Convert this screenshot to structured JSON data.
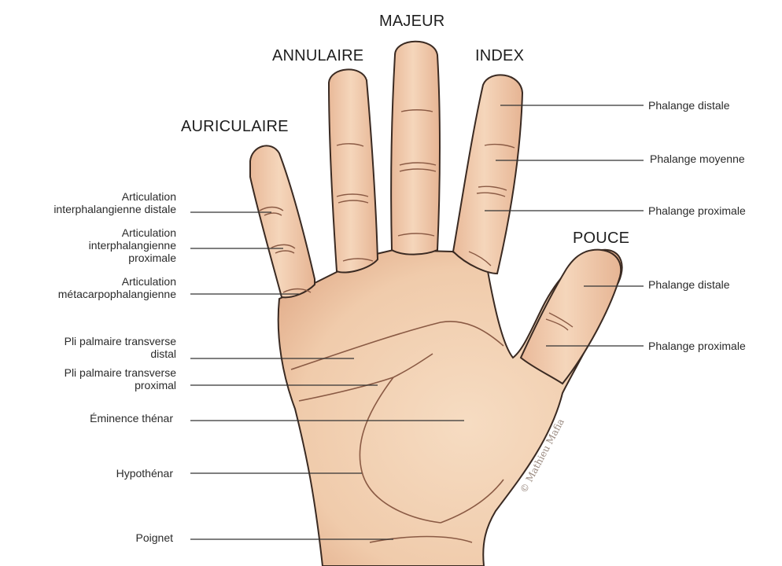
{
  "finger_names": {
    "little": "AURICULAIRE",
    "ring": "ANNULAIRE",
    "middle": "MAJEUR",
    "index": "INDEX",
    "thumb": "POUCE"
  },
  "left_labels": {
    "dip": [
      "Articulation",
      "interphalangienne distale"
    ],
    "pip": [
      "Articulation",
      "interphalangienne",
      "proximale"
    ],
    "mcp": [
      "Articulation",
      "métacarpophalangienne"
    ],
    "distal_crease": [
      "Pli palmaire transverse",
      "distal"
    ],
    "proximal_crease": [
      "Pli palmaire transverse",
      "proximal"
    ],
    "thenar": "Éminence thénar",
    "hypothenar": "Hypothénar",
    "wrist": "Poignet"
  },
  "right_labels": {
    "index_distal": "Phalange distale",
    "index_middle": "Phalange moyenne",
    "index_proximal": "Phalange proximale",
    "thumb_distal": "Phalange distale",
    "thumb_proximal": "Phalange proximale"
  },
  "colors": {
    "skin": "#f2cfb0",
    "skin_shadow": "#e3b08e",
    "skin_highlight": "#f8e0c8",
    "outline": "#3a2a22",
    "leader_line": "#333333"
  }
}
